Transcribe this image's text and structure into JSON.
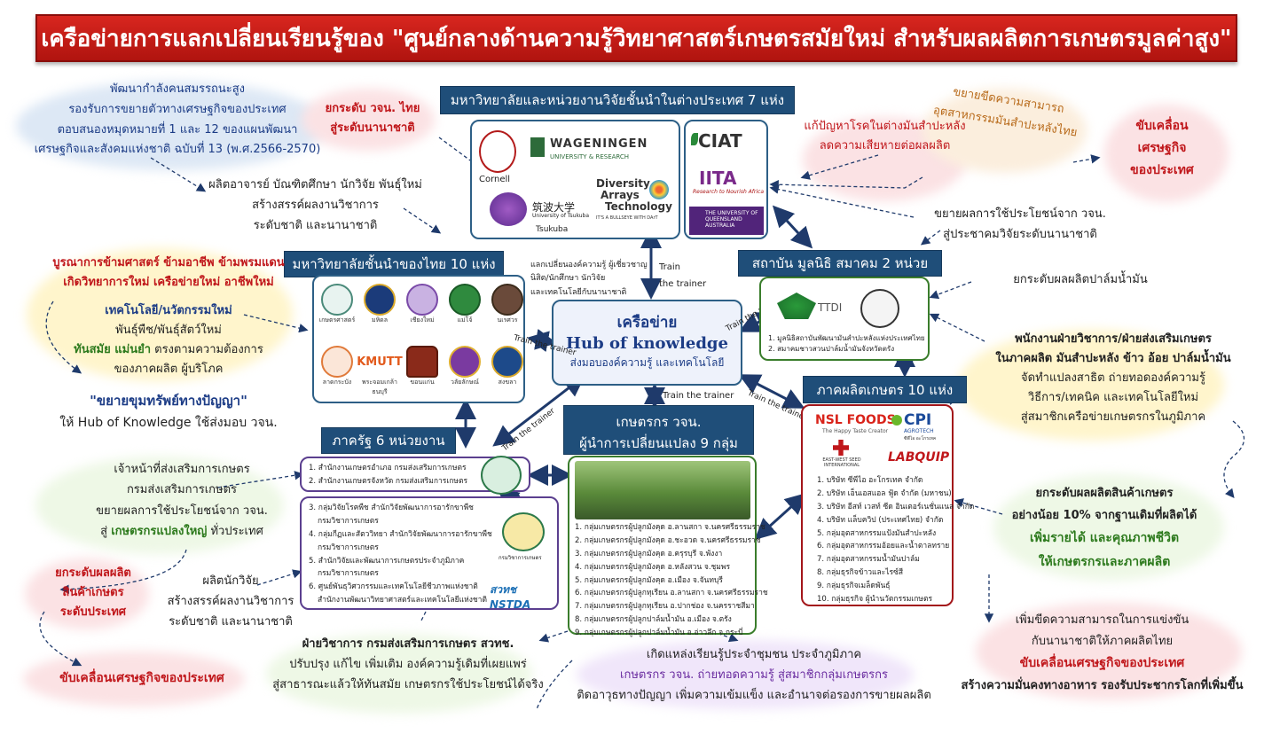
{
  "title": "เครือข่ายการแลกเปลี่ยนเรียนรู้ของ \"ศูนย์กลางด้านความรู้วิทยาศาสตร์เกษตรสมัยใหม่ สำหรับผลผลิตการเกษตรมูลค่าสูง\"",
  "hub": {
    "line1": "เครือข่าย",
    "line2": "Hub of knowledge",
    "line3": "ส่งมอบองค์ความรู้ และเทคโนโลยี"
  },
  "foreign": {
    "header": "มหาวิทยาลัยและหน่วยงานวิจัยชั้นนำในต่างประเทศ 7 แห่ง",
    "cornell": "Cornell",
    "wageningen": "WAGENINGEN",
    "wageningen_sub": "UNIVERSITY & RESEARCH",
    "tsukuba_jp": "筑波大学",
    "tsukuba_en": "University of Tsukuba",
    "tsukuba": "Tsukuba",
    "dart1": "Diversity",
    "dart2": "Arrays",
    "dart3": "Technology",
    "dart_sub": "IT'S A BULLSEYE WITH DArT",
    "ciat": "CIAT",
    "iita": "IITA",
    "iita_sub": "Research to Nourish Africa",
    "uq": "THE UNIVERSITY OF QUEENSLAND",
    "uq_sub": "AUSTRALIA"
  },
  "thai_uni": {
    "header": "มหาวิทยาลัยชั้นนำของไทย 10 แห่ง",
    "items": [
      "เกษตรศาสตร์",
      "มหิดล",
      "เชียงใหม่",
      "แม่โจ้",
      "นเรศวร",
      "ลาดกระบัง",
      "พระจอมเกล้าธนบุรี",
      "ขอนแก่น",
      "วลัยลักษณ์",
      "สงขลา"
    ],
    "kmutt": "KMUTT"
  },
  "institute": {
    "header": "สถาบัน มูลนิธิ สมาคม 2 หน่วย",
    "ttdi": "TTDI",
    "items": [
      "1. มูลนิธิสถาบันพัฒนามันสำปะหลังแห่งประเทศไทย",
      "2. สมาคมชาวสวนปาล์มน้ำมันจังหวัดตรัง"
    ]
  },
  "private": {
    "header": "ภาคผลิตเกษตร 10 แห่ง",
    "nsl": "NSL FOODS",
    "nsl_sub": "The Happy Taste Creator",
    "cpi": "CPI",
    "cpi_sub": "AGROTECH",
    "cpi_th": "ซีพีไอ อะโกรเทค",
    "ewsi": "EAST-WEST SEED INTERNATIONAL",
    "labquip": "LABQUIP",
    "items": [
      "1. บริษัท ซีพีไอ อะโกรเทค จำกัด",
      "2. บริษัท เอ็นเอสแอล ฟู้ด จำกัด (มหาชน)",
      "3. บริษัท อีสท์ เวสท์ ซีด อินเตอร์เนชั่นแนล จำกัด",
      "4. บริษัท แล็บควิป (ประเทศไทย) จำกัด",
      "5. กลุ่มอุตสาหกรรมแป้งมันสำปะหลัง",
      "6. กลุ่มอุตสาหกรรมอ้อยและน้ำตาลทราย",
      "7. กลุ่มอุตสาหกรรมน้ำมันปาล์ม",
      "8. กลุ่มธุรกิจข้าวและไรซ์สี",
      "9. กลุ่มธุรกิจเมล็ดพันธุ์",
      "10. กลุ่มธุรกิจ ผู้นำนวัตกรรมเกษตร"
    ]
  },
  "gov": {
    "header": "ภาครัฐ 6 หน่วยงาน",
    "items_a": [
      "1. สำนักงานเกษตรอำเภอ กรมส่งเสริมการเกษตร",
      "2. สำนักงานเกษตรจังหวัด กรมส่งเสริมการเกษตร"
    ],
    "items_b": [
      "3. กลุ่มวิจัยโรคพืช สำนักวิจัยพัฒนาการอารักขาพืช",
      "กรมวิชาการเกษตร",
      "4. กลุ่มกีฏและสัตววิทยา สำนักวิจัยพัฒนาการอารักขาพืช",
      "กรมวิชาการเกษตร",
      "5. สำนักวิจัยและพัฒนาการเกษตรประจำภูมิภาค",
      "กรมวิชาการเกษตร",
      "6. ศูนย์พันธุวิศวกรรมและเทคโนโลยีชีวภาพแห่งชาติ",
      "สำนักงานพัฒนาวิทยาศาสตร์และเทคโนโลยีแห่งชาติ"
    ],
    "doa_caption": "กรมวิชาการเกษตร",
    "nstda": "สวทช NSTDA"
  },
  "farmers": {
    "header1": "เกษตรกร วจน.",
    "header2": "ผู้นำการเปลี่ยนแปลง 9 กลุ่ม",
    "items": [
      "1. กลุ่มเกษตรกรผู้ปลูกมังคุด อ.ลานสกา จ.นครศรีธรรมราช",
      "2. กลุ่มเกษตรกรผู้ปลูกมังคุด อ.ชะอวด จ.นครศรีธรรมราช",
      "3. กลุ่มเกษตรกรผู้ปลูกมังคุด อ.ครุรบุรี จ.พังงา",
      "4. กลุ่มเกษตรกรผู้ปลูกมังคุด อ.หลังสวน จ.ชุมพร",
      "5. กลุ่มเกษตรกรผู้ปลูกมังคุด อ.เมือง จ.จันทบุรี",
      "6. กลุ่มเกษตรกรผู้ปลูกทุเรียน อ.ลานสกา จ.นครศรีธรรมราช",
      "7. กลุ่มเกษตรกรผู้ปลูกทุเรียน อ.ปากช่อง จ.นครราชสีมา",
      "8. กลุ่มเกษตรกรผู้ปลูกปาล์มน้ำมัน อ.เมือง จ.ตรัง",
      "9. กลุ่มเกษตรกรผู้ปลูกปาล์มน้ำมัน อ.อ่าวลึก จ.กระบี่"
    ]
  },
  "arrows": {
    "exchange1": "แลกเปลี่ยนองค์ความรู้ ผู้เชี่ยวชาญ",
    "exchange2": "นิสิต/นักศึกษา นักวิจัย",
    "exchange3": "และเทคโนโลยีกับนานาชาติ",
    "ttt_a": "Train",
    "ttt_b": "the trainer",
    "ttt": "Train the trainer"
  },
  "notes": {
    "top_left": [
      "พัฒนากำลังคนสมรรถนะสูง",
      "รองรับการขยายตัวทางเศรษฐกิจของประเทศ",
      "ตอบสนองหมุดหมายที่ 1 และ 12 ของแผนพัฒนา",
      "เศรษฐกิจและสังคมแห่งชาติ ฉบับที่ 13 (พ.ศ.2566-2570)"
    ],
    "rank1": "ยกระดับ วจน. ไทย",
    "rank2": "สู่ระดับนานาชาติ",
    "produce": [
      "ผลิตอาจารย์ บัณฑิตศึกษา นักวิจัย พันธุ์ใหม่",
      "สร้างสรรค์ผลงานวิชาการ",
      "ระดับชาติ และนานาชาติ"
    ],
    "integrate1": "บูรณาการข้ามศาสตร์ ข้ามอาชีพ ข้ามพรมแดน",
    "integrate2": "เกิดวิทยาการใหม่ เครือข่ายใหม่ อาชีพใหม่",
    "tech": "เทคโนโลยี/นวัตกรรมใหม่",
    "breed": "พันธุ์พืช/พันธุ์สัตว์ใหม่",
    "modern_a": "ทันสมัย แม่นยำ",
    "modern_b": " ตรงตามความต้องการ",
    "modern2": "ของภาคผลิต ผู้บริโภค",
    "ip": "\"ขยายขุมทรัพย์ทางปัญญา\"",
    "ip2": "ให้ Hub of Knowledge ใช้ส่งมอบ วจน.",
    "ext": [
      "เจ้าหน้าที่ส่งเสริมการเกษตร",
      "กรมส่งเสริมการเกษตร",
      "ขยายผลการใช้ประโยชน์จาก วจน."
    ],
    "ext4a": "สู่ ",
    "ext4b": "เกษตรกรแปลงใหญ่",
    "ext4c": " ทั่วประเทศ",
    "raise1": "ยกระดับผลผลิต",
    "raise2": "สินค้าเกษตร",
    "raise3": "ระดับประเทศ",
    "researcher": [
      "ผลิตนักวิจัย",
      "สร้างสรรค์ผลงานวิชาการ",
      "ระดับชาติ และนานาชาติ"
    ],
    "drive_bl": "ขับเคลื่อนเศรษฐกิจของประเทศ",
    "doae": [
      "ฝ่ายวิชาการ กรมส่งเสริมการเกษตร สวทช.",
      "ปรับปรุง แก้ไข เพิ่มเติม องค์ความรู้เดิมที่เผยแพร่",
      "สู่สาธารณะแล้วให้ทันสมัย เกษตรกรใช้ประโยชน์ได้จริง"
    ],
    "community1": "เกิดแหล่งเรียนรู้ประจำชุมชน ประจำภูมิภาค",
    "community2": "เกษตรกร วจน. ถ่ายทอดความรู้ สู่สมาชิกกลุ่มเกษตรกร",
    "community3": "ติดอาวุธทางปัญญา เพิ่มความเข้มแข็ง และอำนาจต่อรองการขายผลผลิต",
    "disease": [
      "แก้ปัญหาโรคในต่างมันสำปะหลัง",
      "ลดความเสียหายต่อผลผลิต"
    ],
    "cassava": [
      "ขยายขีดความสามารถ",
      "อุตสาหกรรมมันสำปะหลังไทย"
    ],
    "drive_tr": [
      "ขับเคลื่อน",
      "เศรษฐกิจ",
      "ของประเทศ"
    ],
    "expand": [
      "ขยายผลการใช้ประโยชน์จาก วจน.",
      "สู่ประชาคมวิจัยระดับนานาชาติ"
    ],
    "palm": "ยกระดับผลผลิตปาล์มน้ำมัน",
    "staff": [
      "พนักงานฝ่ายวิชาการ/ฝ่ายส่งเสริมเกษตร",
      "ในภาคผลิต มันสำปะหลัง ข้าว อ้อย ปาล์มน้ำมัน",
      "จัดทำแปลงสาธิต ถ่ายทอดองค์ความรู้",
      "วิธีการ/เทคนิค และเทคโนโลยีใหม่",
      "สู่สมาชิกเครือข่ายเกษตรกรในภูมิภาค"
    ],
    "raise_r1": "ยกระดับผลผลิตสินค้าเกษตร",
    "raise_r2": "อย่างน้อย 10% จากฐานเดิมที่ผลิตได้",
    "raise_r3": "เพิ่มรายได้ และคุณภาพชีวิต",
    "raise_r4": "ให้เกษตรกรและภาคผลิต",
    "compete1": "เพิ่มขีดความสามารถในการแข่งขัน",
    "compete2": "กับนานาชาติให้ภาคผลิตไทย",
    "compete3": "ขับเคลื่อนเศรษฐกิจของประเทศ",
    "compete4": "สร้างความมั่นคงทางอาหาร รองรับประชากรโลกที่เพิ่มขึ้น"
  },
  "colors": {
    "title_red": "#c8201a",
    "navy": "#1f4e79",
    "green": "#2d7a1d",
    "red": "#c0171b",
    "blue": "#1c3c86"
  }
}
